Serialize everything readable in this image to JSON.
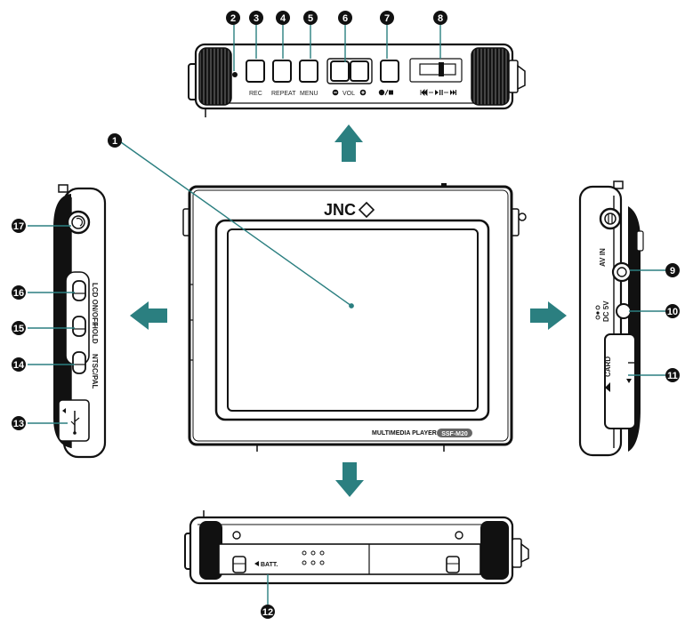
{
  "brand": {
    "logo_text": "JNC"
  },
  "device": {
    "model_label": "MULTIMEDIA PLAYER",
    "model_badge": "SSF-M20"
  },
  "top_view": {
    "labels": {
      "rec": "REC",
      "repeat": "REPEAT",
      "menu": "MENU",
      "vol": "VOL"
    }
  },
  "right_view": {
    "labels": {
      "av_in": "AV IN",
      "dc": "DC 5V",
      "card": "CARD"
    }
  },
  "left_view": {
    "labels": {
      "lcd": "LCD ON/OFF",
      "hold": "HOLD",
      "ntsc": "NTSC/PAL"
    }
  },
  "bottom_view": {
    "labels": {
      "batt": "BATT."
    }
  },
  "markers": [
    "1",
    "2",
    "3",
    "4",
    "5",
    "6",
    "7",
    "8",
    "9",
    "10",
    "11",
    "12",
    "13",
    "14",
    "15",
    "16",
    "17"
  ]
}
